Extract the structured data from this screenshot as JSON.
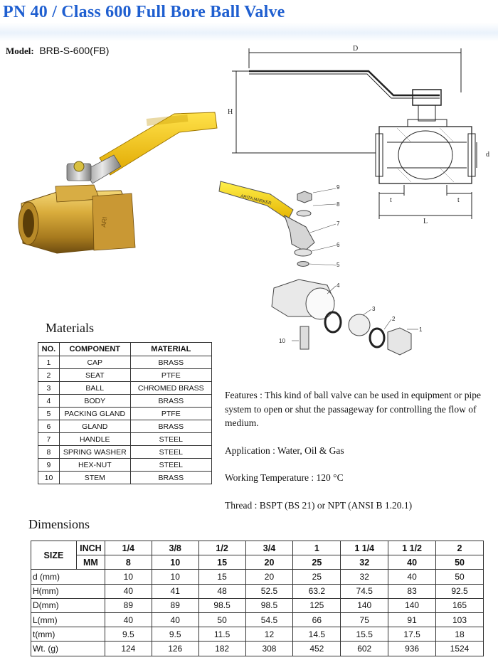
{
  "header": {
    "title": "PN  40 / Class 600 Full Bore Ball Valve",
    "model_label": "Model:",
    "model_value": "BRB-S-600(FB)"
  },
  "drawing": {
    "dim_D": "D",
    "dim_H": "H",
    "dim_d": "d",
    "dim_t": "t",
    "dim_L": "L",
    "part_numbers": [
      "9",
      "8",
      "7",
      "6",
      "5",
      "4",
      "3",
      "2",
      "1",
      "10"
    ],
    "handle_text": "ARITA MARKER"
  },
  "colors": {
    "title": "#1f5fd0",
    "handle": "#f2c100",
    "brass": "#c9a035"
  },
  "materials": {
    "heading": "Materials",
    "headers": [
      "NO.",
      "COMPONENT",
      "MATERIAL"
    ],
    "rows": [
      [
        "1",
        "CAP",
        "BRASS"
      ],
      [
        "2",
        "SEAT",
        "PTFE"
      ],
      [
        "3",
        "BALL",
        "CHROMED BRASS"
      ],
      [
        "4",
        "BODY",
        "BRASS"
      ],
      [
        "5",
        "PACKING GLAND",
        "PTFE"
      ],
      [
        "6",
        "GLAND",
        "BRASS"
      ],
      [
        "7",
        "HANDLE",
        "STEEL"
      ],
      [
        "8",
        "SPRING WASHER",
        "STEEL"
      ],
      [
        "9",
        "HEX-NUT",
        "STEEL"
      ],
      [
        "10",
        "STEM",
        "BRASS"
      ]
    ]
  },
  "info": {
    "features": "Features : This kind of ball valve can be used in equipment or pipe system to open or shut the passageway for controlling the flow of medium.",
    "application": "Application : Water, Oil & Gas",
    "temperature": "Working Temperature : 120 °C",
    "thread": "Thread : BSPT (BS 21) or NPT (ANSI B 1.20.1)"
  },
  "dimensions": {
    "heading": "Dimensions",
    "size_label": "SIZE",
    "inch_label": "INCH",
    "mm_label": "MM",
    "inch": [
      "1/4",
      "3/8",
      "1/2",
      "3/4",
      "1",
      "1 1/4",
      "1 1/2",
      "2"
    ],
    "mm": [
      "8",
      "10",
      "15",
      "20",
      "25",
      "32",
      "40",
      "50"
    ],
    "rows": [
      {
        "label": "d (mm)",
        "values": [
          "10",
          "10",
          "15",
          "20",
          "25",
          "32",
          "40",
          "50"
        ]
      },
      {
        "label": "H(mm)",
        "values": [
          "40",
          "41",
          "48",
          "52.5",
          "63.2",
          "74.5",
          "83",
          "92.5"
        ]
      },
      {
        "label": "D(mm)",
        "values": [
          "89",
          "89",
          "98.5",
          "98.5",
          "125",
          "140",
          "140",
          "165"
        ]
      },
      {
        "label": "L(mm)",
        "values": [
          "40",
          "40",
          "50",
          "54.5",
          "66",
          "75",
          "91",
          "103"
        ]
      },
      {
        "label": "t(mm)",
        "values": [
          "9.5",
          "9.5",
          "11.5",
          "12",
          "14.5",
          "15.5",
          "17.5",
          "18"
        ]
      },
      {
        "label": "Wt. (g)",
        "values": [
          "124",
          "126",
          "182",
          "308",
          "452",
          "602",
          "936",
          "1524"
        ]
      }
    ]
  }
}
